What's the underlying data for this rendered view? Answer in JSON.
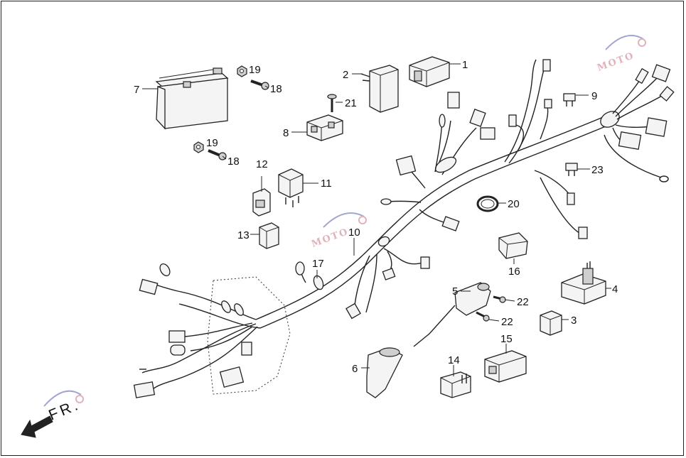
{
  "diagram": {
    "direction_label": "FR.",
    "watermark_text": "MOTO",
    "callouts": [
      {
        "id": "c1",
        "text": "1"
      },
      {
        "id": "c2",
        "text": "2"
      },
      {
        "id": "c3",
        "text": "3"
      },
      {
        "id": "c4",
        "text": "4"
      },
      {
        "id": "c5",
        "text": "5"
      },
      {
        "id": "c6",
        "text": "6"
      },
      {
        "id": "c7",
        "text": "7"
      },
      {
        "id": "c8",
        "text": "8"
      },
      {
        "id": "c9",
        "text": "9"
      },
      {
        "id": "c10",
        "text": "10"
      },
      {
        "id": "c11",
        "text": "11"
      },
      {
        "id": "c12",
        "text": "12"
      },
      {
        "id": "c13",
        "text": "13"
      },
      {
        "id": "c14",
        "text": "14"
      },
      {
        "id": "c15",
        "text": "15"
      },
      {
        "id": "c16",
        "text": "16"
      },
      {
        "id": "c17",
        "text": "17"
      },
      {
        "id": "c18a",
        "text": "18"
      },
      {
        "id": "c18b",
        "text": "18"
      },
      {
        "id": "c19a",
        "text": "19"
      },
      {
        "id": "c19b",
        "text": "19"
      },
      {
        "id": "c20",
        "text": "20"
      },
      {
        "id": "c21",
        "text": "21"
      },
      {
        "id": "c22a",
        "text": "22"
      },
      {
        "id": "c22b",
        "text": "22"
      },
      {
        "id": "c23",
        "text": "23"
      }
    ],
    "colors": {
      "line": "#222222",
      "watermark": "#d9a0a8",
      "watermark_gear": "#8a8fc4"
    }
  }
}
